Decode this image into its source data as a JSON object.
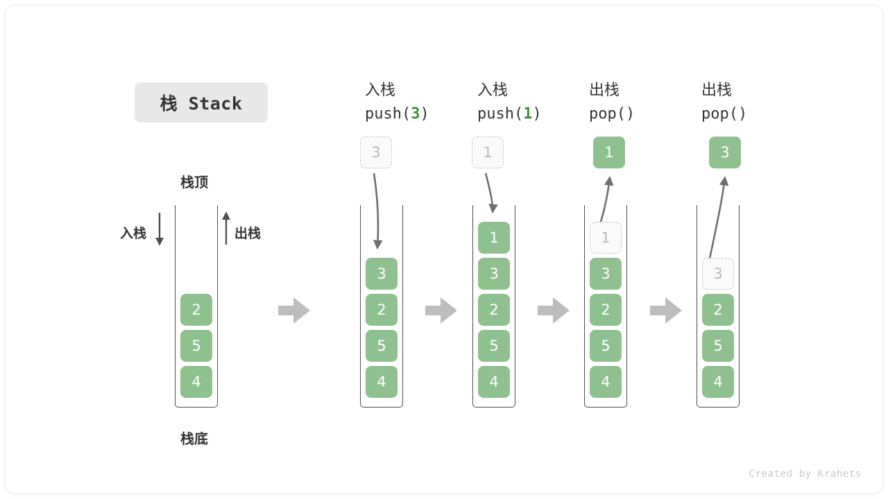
{
  "title": {
    "badge_label": "栈 Stack"
  },
  "labels": {
    "top": "栈顶",
    "bottom": "栈底",
    "push_side": "入栈",
    "pop_side": "出栈"
  },
  "watermark": "Created by Krahets",
  "colors": {
    "cell_fill": "#8ec18e",
    "cell_text": "#ffffff",
    "ghost_fill": "#fafafa",
    "ghost_border": "#c4c4c4",
    "ghost_text": "#b8b8b8",
    "frame_stroke": "#4d4d4d",
    "arrow_gray": "#6e6e6e",
    "step_arrow": "#bdbdbd",
    "accent_green": "#3f8f3f",
    "badge_bg": "#e8e8e8",
    "text": "#333333"
  },
  "columns": [
    {
      "id": "initial",
      "heading_zh": "",
      "heading_code": "",
      "heading_arg": "",
      "stack": [
        "2",
        "5",
        "4"
      ],
      "floating": null,
      "ghost_in_stack": null
    },
    {
      "id": "push-3",
      "heading_zh": "入栈",
      "heading_code_prefix": "push(",
      "heading_arg": "3",
      "heading_code_suffix": ")",
      "stack": [
        "3",
        "2",
        "5",
        "4"
      ],
      "floating": {
        "value": "3",
        "style": "ghost"
      },
      "motion": "down"
    },
    {
      "id": "push-1",
      "heading_zh": "入栈",
      "heading_code_prefix": "push(",
      "heading_arg": "1",
      "heading_code_suffix": ")",
      "stack": [
        "1",
        "3",
        "2",
        "5",
        "4"
      ],
      "floating": {
        "value": "1",
        "style": "ghost"
      },
      "motion": "down"
    },
    {
      "id": "pop-1",
      "heading_zh": "出栈",
      "heading_code_prefix": "pop(",
      "heading_arg": "",
      "heading_code_suffix": ")",
      "stack": [
        "3",
        "2",
        "5",
        "4"
      ],
      "ghost_in_stack": "1",
      "floating": {
        "value": "1",
        "style": "filled"
      },
      "motion": "up"
    },
    {
      "id": "pop-2",
      "heading_zh": "出栈",
      "heading_code_prefix": "pop(",
      "heading_arg": "",
      "heading_code_suffix": ")",
      "stack": [
        "2",
        "5",
        "4"
      ],
      "ghost_in_stack": "3",
      "floating": {
        "value": "3",
        "style": "filled"
      },
      "motion": "up"
    }
  ],
  "chart_data": {
    "type": "diagram",
    "title": "栈 Stack",
    "description": "Stack push/pop operation sequence",
    "steps": [
      {
        "label": "",
        "stack_top_to_bottom": [
          "2",
          "5",
          "4"
        ]
      },
      {
        "label": "push(3)",
        "stack_top_to_bottom": [
          "3",
          "2",
          "5",
          "4"
        ]
      },
      {
        "label": "push(1)",
        "stack_top_to_bottom": [
          "1",
          "3",
          "2",
          "5",
          "4"
        ]
      },
      {
        "label": "pop()",
        "stack_top_to_bottom": [
          "3",
          "2",
          "5",
          "4"
        ],
        "returned": "1"
      },
      {
        "label": "pop()",
        "stack_top_to_bottom": [
          "2",
          "5",
          "4"
        ],
        "returned": "3"
      }
    ]
  }
}
